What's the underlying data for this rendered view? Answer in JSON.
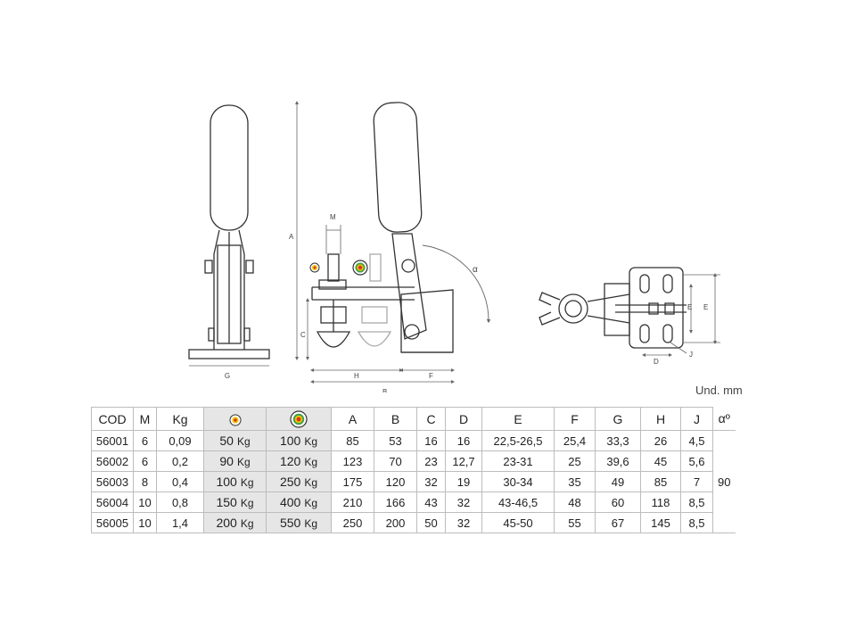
{
  "drawing": {
    "dim_labels": {
      "m": "M",
      "a": "A",
      "c": "C",
      "alpha": "α",
      "g": "G",
      "h": "H",
      "f": "F",
      "b": "B",
      "e": "E",
      "d": "D",
      "j": "J"
    }
  },
  "unit_note": "Und. mm",
  "table": {
    "headers": {
      "cod": "COD",
      "m": "M",
      "kg": "Kg",
      "a": "A",
      "b": "B",
      "c": "C",
      "d": "D",
      "e": "E",
      "f": "F",
      "g": "G",
      "h": "H",
      "j": "J",
      "alpha": "αº"
    },
    "load_unit": "Kg",
    "alpha_value": "90",
    "rows": [
      {
        "cod": "56001",
        "m": "6",
        "kg": "0,09",
        "load1": "50",
        "load2": "100",
        "a": "85",
        "b": "53",
        "c": "16",
        "d": "16",
        "e": "22,5-26,5",
        "f": "25,4",
        "g": "33,3",
        "h": "26",
        "j": "4,5"
      },
      {
        "cod": "56002",
        "m": "6",
        "kg": "0,2",
        "load1": "90",
        "load2": "120",
        "a": "123",
        "b": "70",
        "c": "23",
        "d": "12,7",
        "e": "23-31",
        "f": "25",
        "g": "39,6",
        "h": "45",
        "j": "5,6"
      },
      {
        "cod": "56003",
        "m": "8",
        "kg": "0,4",
        "load1": "100",
        "load2": "250",
        "a": "175",
        "b": "120",
        "c": "32",
        "d": "19",
        "e": "30-34",
        "f": "35",
        "g": "49",
        "h": "85",
        "j": "7"
      },
      {
        "cod": "56004",
        "m": "10",
        "kg": "0,8",
        "load1": "150",
        "load2": "400",
        "a": "210",
        "b": "166",
        "c": "43",
        "d": "32",
        "e": "43-46,5",
        "f": "48",
        "g": "60",
        "h": "118",
        "j": "8,5"
      },
      {
        "cod": "56005",
        "m": "10",
        "kg": "1,4",
        "load1": "200",
        "load2": "550",
        "a": "250",
        "b": "200",
        "c": "50",
        "d": "32",
        "e": "45-50",
        "f": "55",
        "g": "67",
        "h": "145",
        "j": "8,5"
      }
    ]
  },
  "colors": {
    "line": "#333333",
    "dim": "#666666",
    "shade": "#e6e6e6",
    "gauge_red": "#d9342b",
    "gauge_yellow": "#f2c200",
    "gauge_green": "#3aa04a"
  }
}
